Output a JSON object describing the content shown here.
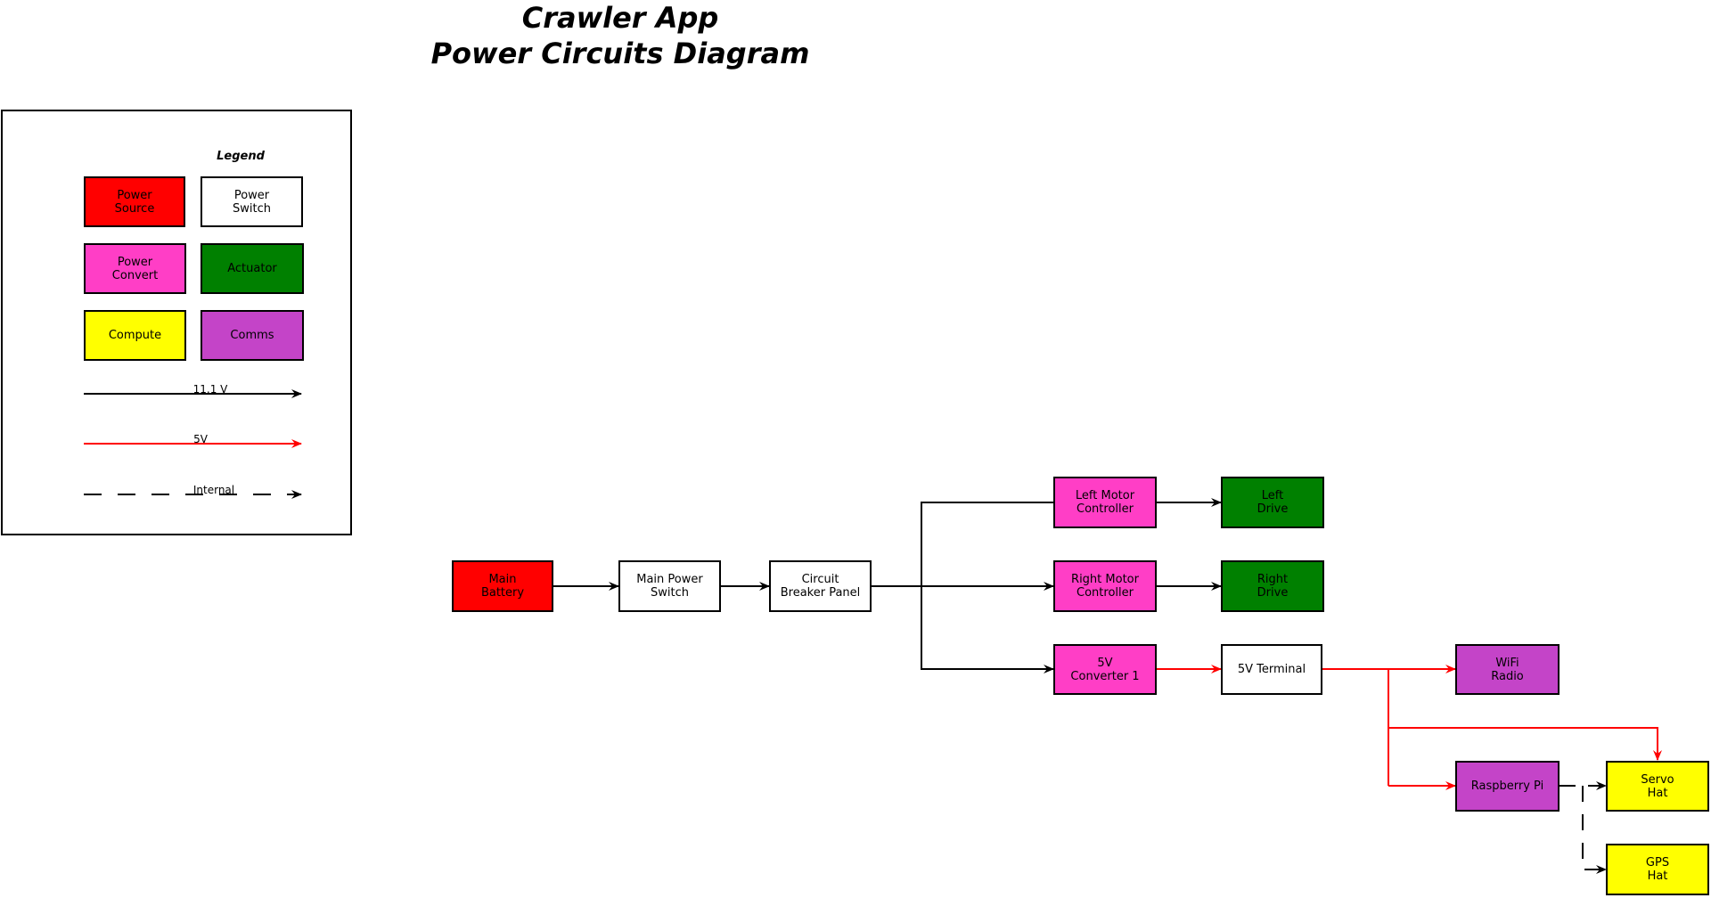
{
  "title": {
    "line1": "Crawler App",
    "line2": "Power Circuits Diagram"
  },
  "colors": {
    "power_source": "#ff0000",
    "power_switch": "#ffffff",
    "power_convert": "#ff3ec6",
    "actuator": "#008000",
    "compute": "#ffff00",
    "comms": "#c444c8",
    "line_11v": "#000000",
    "line_5v": "#ff0000"
  },
  "legend": {
    "title": "Legend",
    "items": {
      "power_source": "Power\nSource",
      "power_switch": "Power\nSwitch",
      "power_convert": "Power\nConvert",
      "actuator": "Actuator",
      "compute": "Compute",
      "comms": "Comms"
    },
    "lines": {
      "v11": "11.1 V",
      "v5": "5V",
      "internal": "Internal"
    }
  },
  "nodes": {
    "main_battery": "Main\nBattery",
    "main_power_switch": "Main Power\nSwitch",
    "circuit_breaker_panel": "Circuit\nBreaker Panel",
    "left_motor_controller": "Left Motor\nController",
    "right_motor_controller": "Right Motor\nController",
    "converter_5v": "5V\nConverter 1",
    "left_drive": "Left\nDrive",
    "right_drive": "Right\nDrive",
    "terminal_5v": "5V Terminal",
    "wifi_radio": "WiFi\nRadio",
    "raspberry_pi": "Raspberry Pi",
    "servo_hat": "Servo\nHat",
    "gps_hat": "GPS\nHat"
  }
}
